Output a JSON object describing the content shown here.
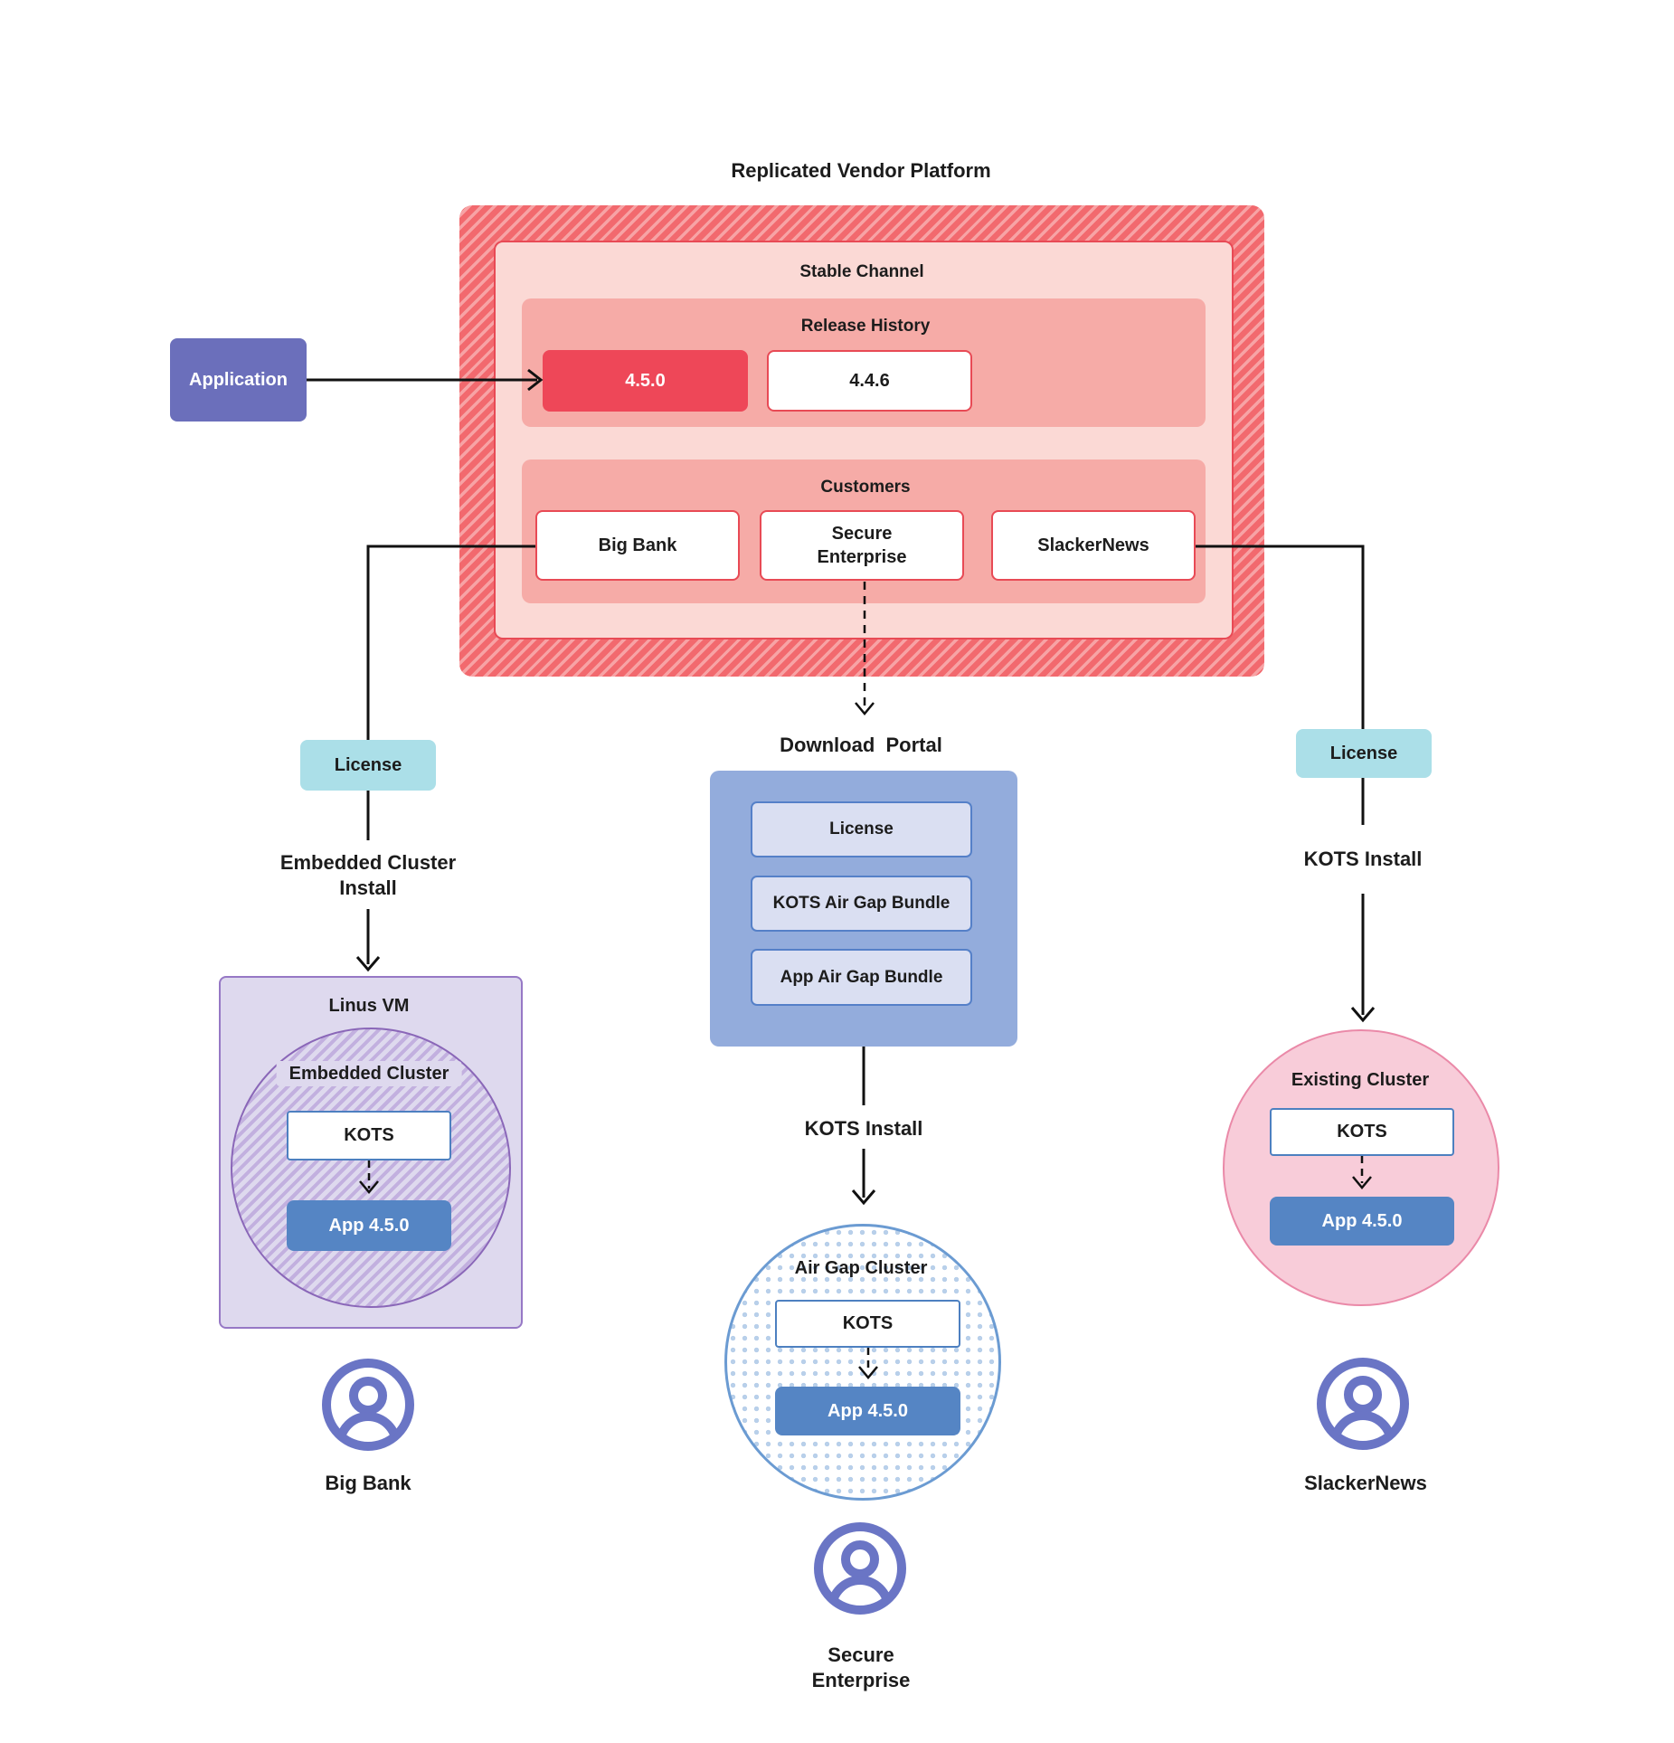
{
  "title": "Replicated Vendor Platform",
  "application": {
    "label": "Application"
  },
  "platform": {
    "stable_channel_label": "Stable Channel",
    "release_history_label": "Release History",
    "release_current": "4.5.0",
    "release_previous": "4.4.6",
    "customers_label": "Customers",
    "customers": {
      "big_bank": "Big Bank",
      "secure_enterprise_line1": "Secure",
      "secure_enterprise_line2": "Enterprise",
      "slackernews": "SlackerNews"
    }
  },
  "left_branch": {
    "license_label": "License",
    "install_label_line1": "Embedded Cluster",
    "install_label_line2": "Install",
    "vm_label": "Linus VM",
    "cluster_label": "Embedded Cluster",
    "kots_label": "KOTS",
    "app_label": "App 4.5.0",
    "user_label": "Big Bank"
  },
  "middle_branch": {
    "portal_label": "Download  Portal",
    "portal_items": [
      "License",
      "KOTS Air Gap Bundle",
      "App Air Gap Bundle"
    ],
    "install_label": "KOTS Install",
    "cluster_label": "Air Gap Cluster",
    "kots_label": "KOTS",
    "app_label": "App 4.5.0",
    "user_label_line1": "Secure",
    "user_label_line2": "Enterprise"
  },
  "right_branch": {
    "license_label": "License",
    "install_label": "KOTS Install",
    "cluster_label": "Existing Cluster",
    "kots_label": "KOTS",
    "app_label": "App 4.5.0",
    "user_label": "SlackerNews"
  },
  "colors": {
    "hatch_bg": "#F2696E",
    "hatch_stripe": "#F7A3A5",
    "stable_fill": "#FBD9D5",
    "red_border": "#E84A55",
    "container_fill": "#F6ABA7",
    "release_red": "#EE4758",
    "application_purple": "#6B6FBB",
    "license_cyan": "#ABDFE8",
    "portal_blue": "#93ACDC",
    "portal_item_fill": "#DADFF2",
    "portal_item_border": "#5580C8",
    "app_blue": "#5585C4",
    "kots_border": "#4D80C0",
    "vm_fill": "#DED9EE",
    "vm_border": "#9678C5",
    "vm_circle_border": "#8A67B8",
    "vm_hatch_stripe": "#C2B0DF",
    "pink_circle_fill": "#F8CCD9",
    "pink_circle_border": "#EA89A8",
    "airgap_dot": "#B9D0EA",
    "airgap_border": "#6B9BD2",
    "user_icon": "#6A75C5",
    "text": "#1C1C1C"
  }
}
